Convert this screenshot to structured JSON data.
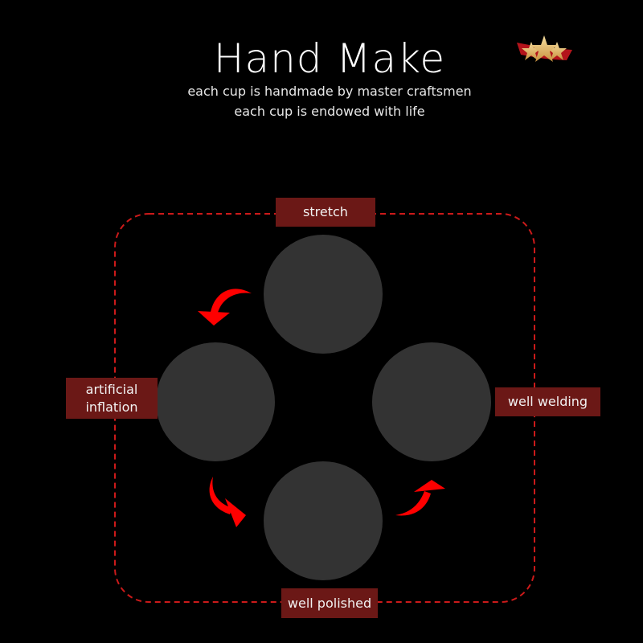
{
  "header": {
    "title": "Hand Make",
    "subtitle_line1": "each cup is handmade by master craftsmen",
    "subtitle_line2": "each cup is endowed with life"
  },
  "logo": {
    "icon": "three-stars-ribbon-icon"
  },
  "steps": {
    "top": "stretch",
    "left_line1": "artificial",
    "left_line2": "inflation",
    "right": "well welding",
    "bottom": "well polished"
  },
  "colors": {
    "background": "#000000",
    "circle": "#333333",
    "label_bg": "#6b1816",
    "arrow": "#ff0000",
    "dash": "#cc1a1a"
  }
}
